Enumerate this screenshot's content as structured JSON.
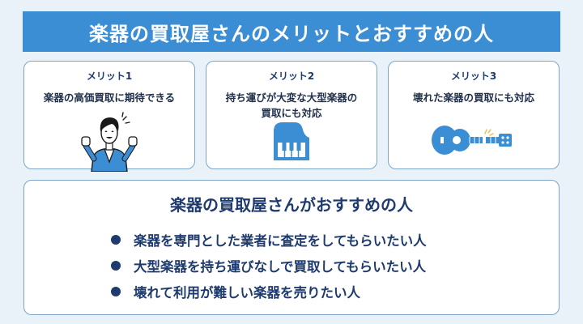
{
  "banner": {
    "title": "楽器の買取屋さんのメリットとおすすめの人"
  },
  "merits": [
    {
      "heading": "メリット1",
      "text_lines": [
        "楽器の高価買取に期待できる"
      ],
      "icon": "happy-person-icon"
    },
    {
      "heading": "メリット2",
      "text_lines": [
        "持ち運びが大変な大型楽器の",
        "買取にも対応"
      ],
      "icon": "piano-icon"
    },
    {
      "heading": "メリット3",
      "text_lines": [
        "壊れた楽器の買取にも対応"
      ],
      "icon": "broken-guitar-icon"
    }
  ],
  "recommend": {
    "title": "楽器の買取屋さんがおすすめの人",
    "items": [
      "楽器を専門とした業者に査定をしてもらいたい人",
      "大型楽器を持ち運びなしで買取してもらいたい人",
      "壊れて利用が難しい楽器を売りたい人"
    ]
  },
  "colors": {
    "banner": "#3b8ed3",
    "background": "#e9f2f9",
    "navy": "#1f3b6e",
    "icon_blue": "#3b8ed3"
  }
}
